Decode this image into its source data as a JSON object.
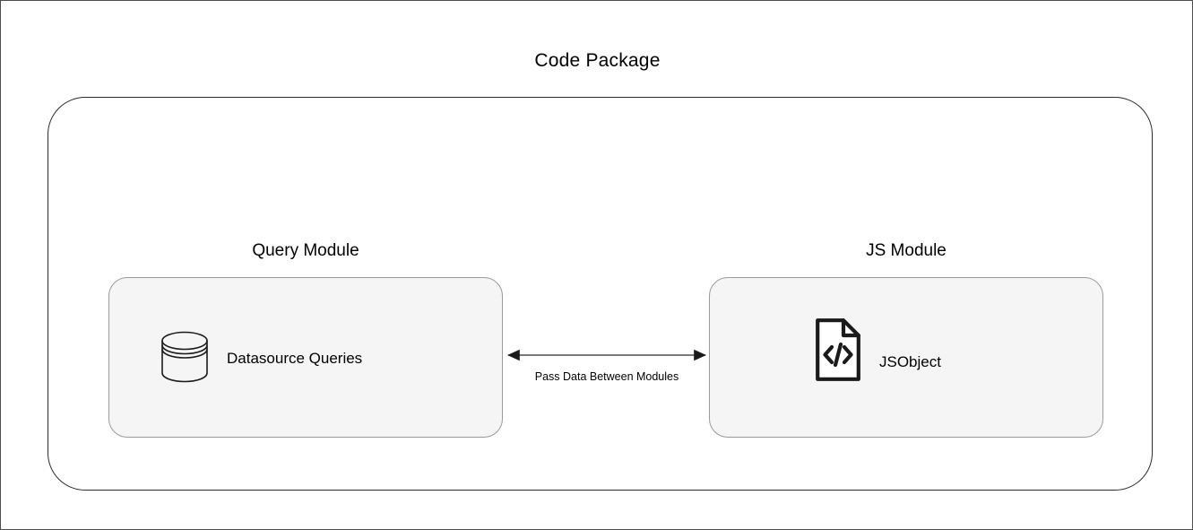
{
  "page": {
    "title": "Code Package"
  },
  "package": {
    "title": "Code Package",
    "border_color": "#2b2b2b"
  },
  "modules": [
    {
      "id": "query-module",
      "title": "Query Module",
      "entity_label": "Datasource Queries",
      "icon": "database-icon",
      "fill_color": "#f5f5f5",
      "border_color": "#9a9a9a"
    },
    {
      "id": "js-module",
      "title": "JS Module",
      "entity_label": "JSObject",
      "icon": "code-file-icon",
      "fill_color": "#f5f5f5",
      "border_color": "#9a9a9a"
    }
  ],
  "connector": {
    "label": "Pass Data Between Modules",
    "direction": "bidirectional",
    "color": "#4d4d4d"
  }
}
